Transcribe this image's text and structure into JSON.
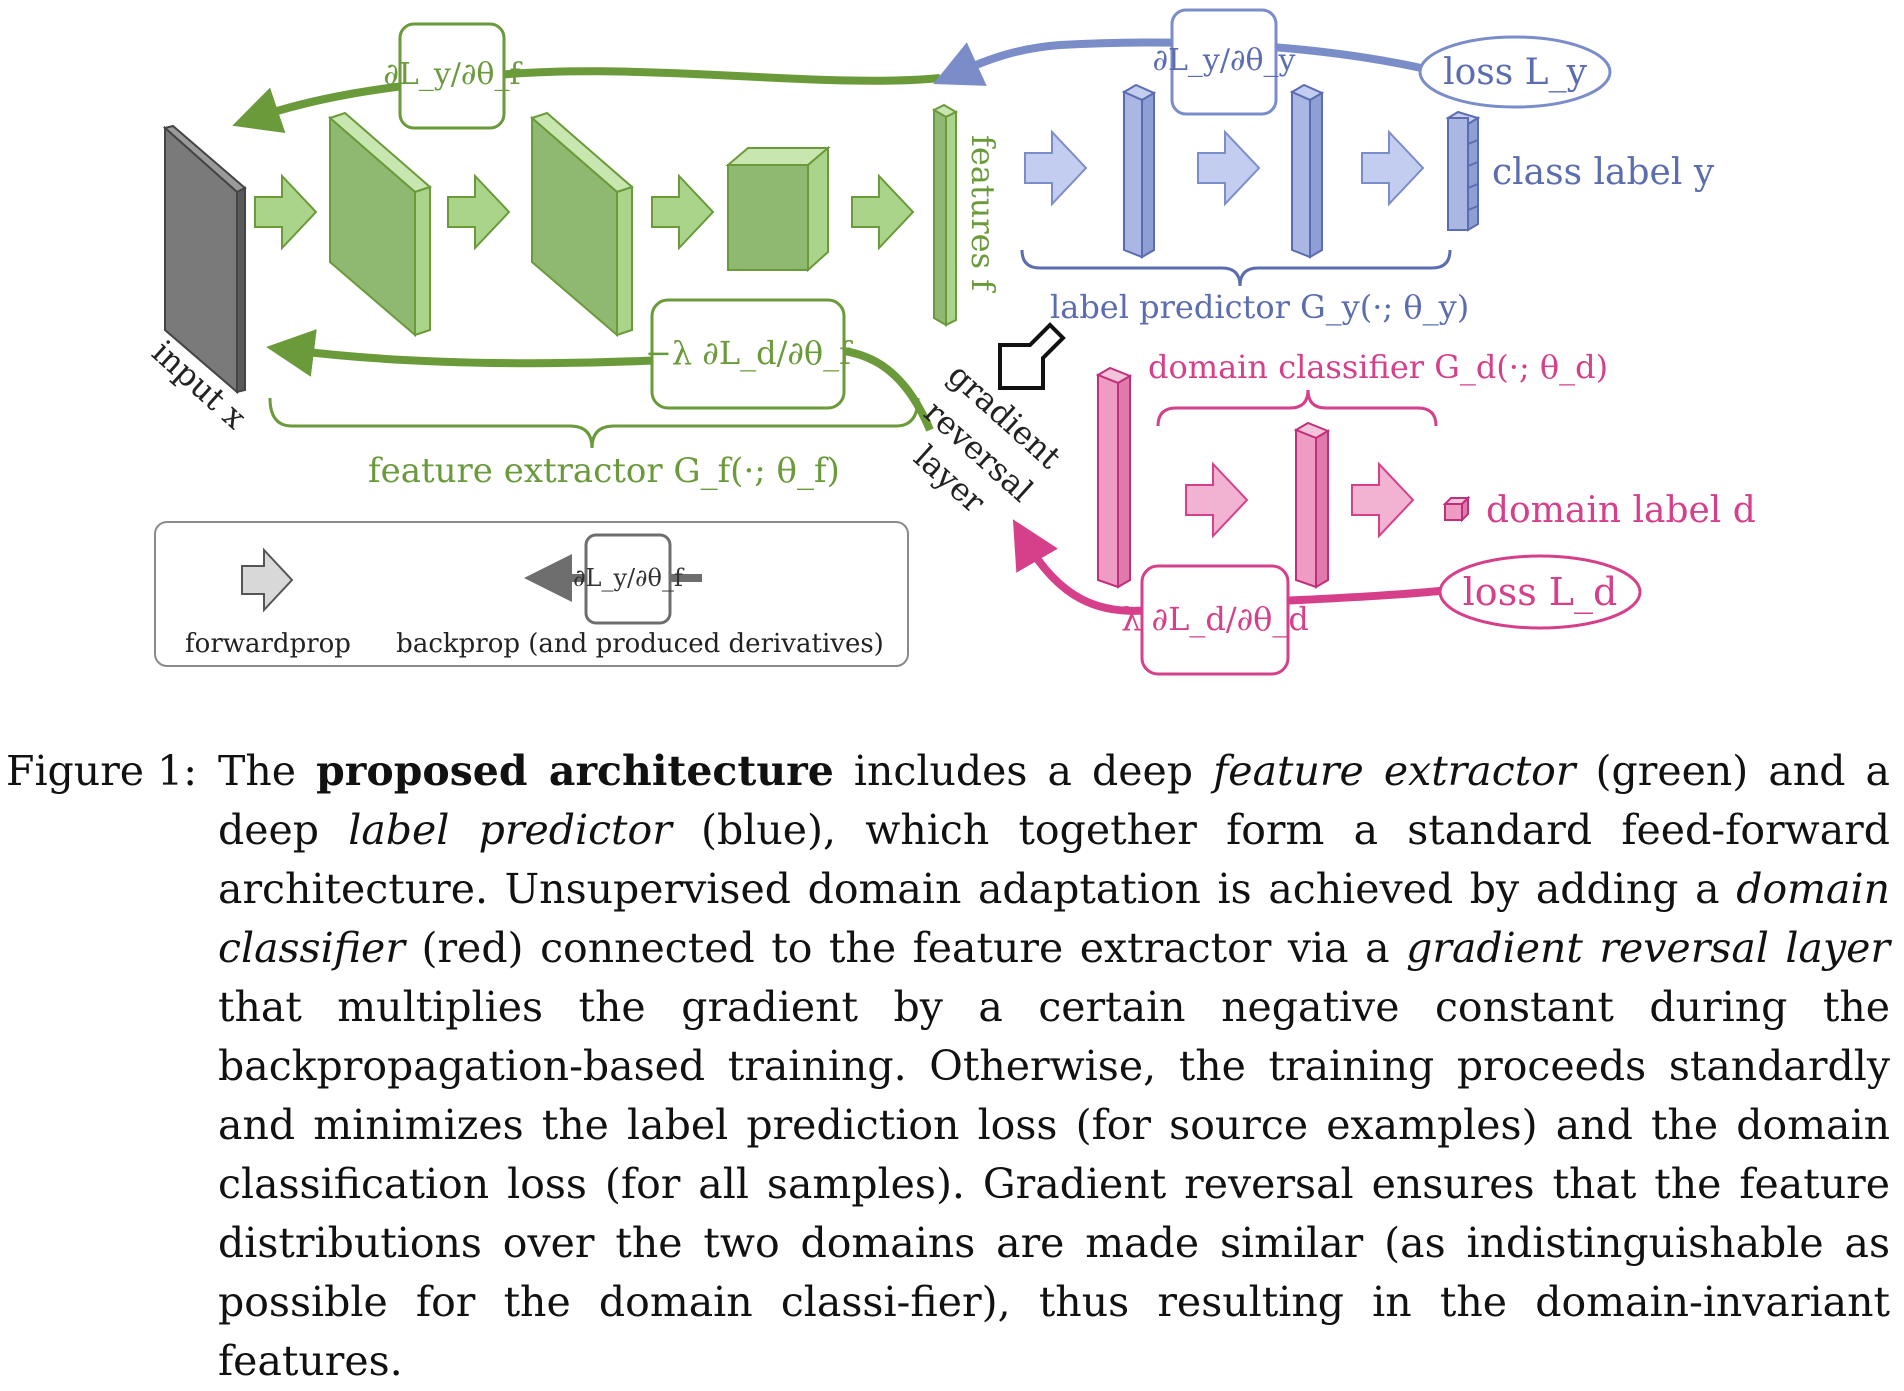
{
  "figure": {
    "input_label": "input x",
    "features_label": "features f",
    "class_label": "class label y",
    "domain_label": "domain label d",
    "loss_y": "loss L_y",
    "loss_d": "loss L_d",
    "grad_y_theta_f": "∂L_y/∂θ_f",
    "grad_y_theta_y": "∂L_y/∂θ_y",
    "grad_d_theta_f": "−λ ∂L_d/∂θ_f",
    "grad_d_theta_d": "λ ∂L_d/∂θ_d",
    "label_predictor": "label predictor G_y(·; θ_y)",
    "domain_classifier": "domain classifier G_d(·; θ_d)",
    "feature_extractor": "feature extractor G_f(·; θ_f)",
    "grl_line1": "gradient",
    "grl_line2": "reversal",
    "grl_line3": "layer",
    "legend_forward": "forwardprop",
    "legend_backprop": "backprop (and produced derivatives)",
    "legend_derivative": "∂L_y/∂θ_f",
    "colors": {
      "green": "#6a9a3a",
      "green_fill": "#a9d48a",
      "blue": "#7b8dc9",
      "blue_fill": "#aab7e3",
      "pink": "#d63f8a",
      "pink_fill": "#ee9cc4",
      "gray": "#6e6e6e"
    }
  },
  "caption": {
    "label": "Figure 1:",
    "p1": "The ",
    "b1": "proposed architecture",
    "p2": " includes a deep ",
    "i1": "feature extractor",
    "p3": " (green) and a deep ",
    "i2": "label predictor",
    "p4": " (blue), which together form a standard feed-forward architecture. Unsupervised domain adaptation is achieved by adding a ",
    "i3": "domain classifier",
    "p5": " (red) connected to the feature extractor via a ",
    "i4": "gradient reversal layer",
    "p6": " that multiplies the gradient by a certain negative constant during the backpropagation-based training.  Otherwise, the training proceeds standardly and minimizes the label prediction loss (for source examples) and the domain classification loss (for all samples).  Gradient reversal ensures that the feature distributions over the two domains are made similar (as indistinguishable as possible for the domain classi-fier), thus resulting in the domain-invariant features."
  }
}
